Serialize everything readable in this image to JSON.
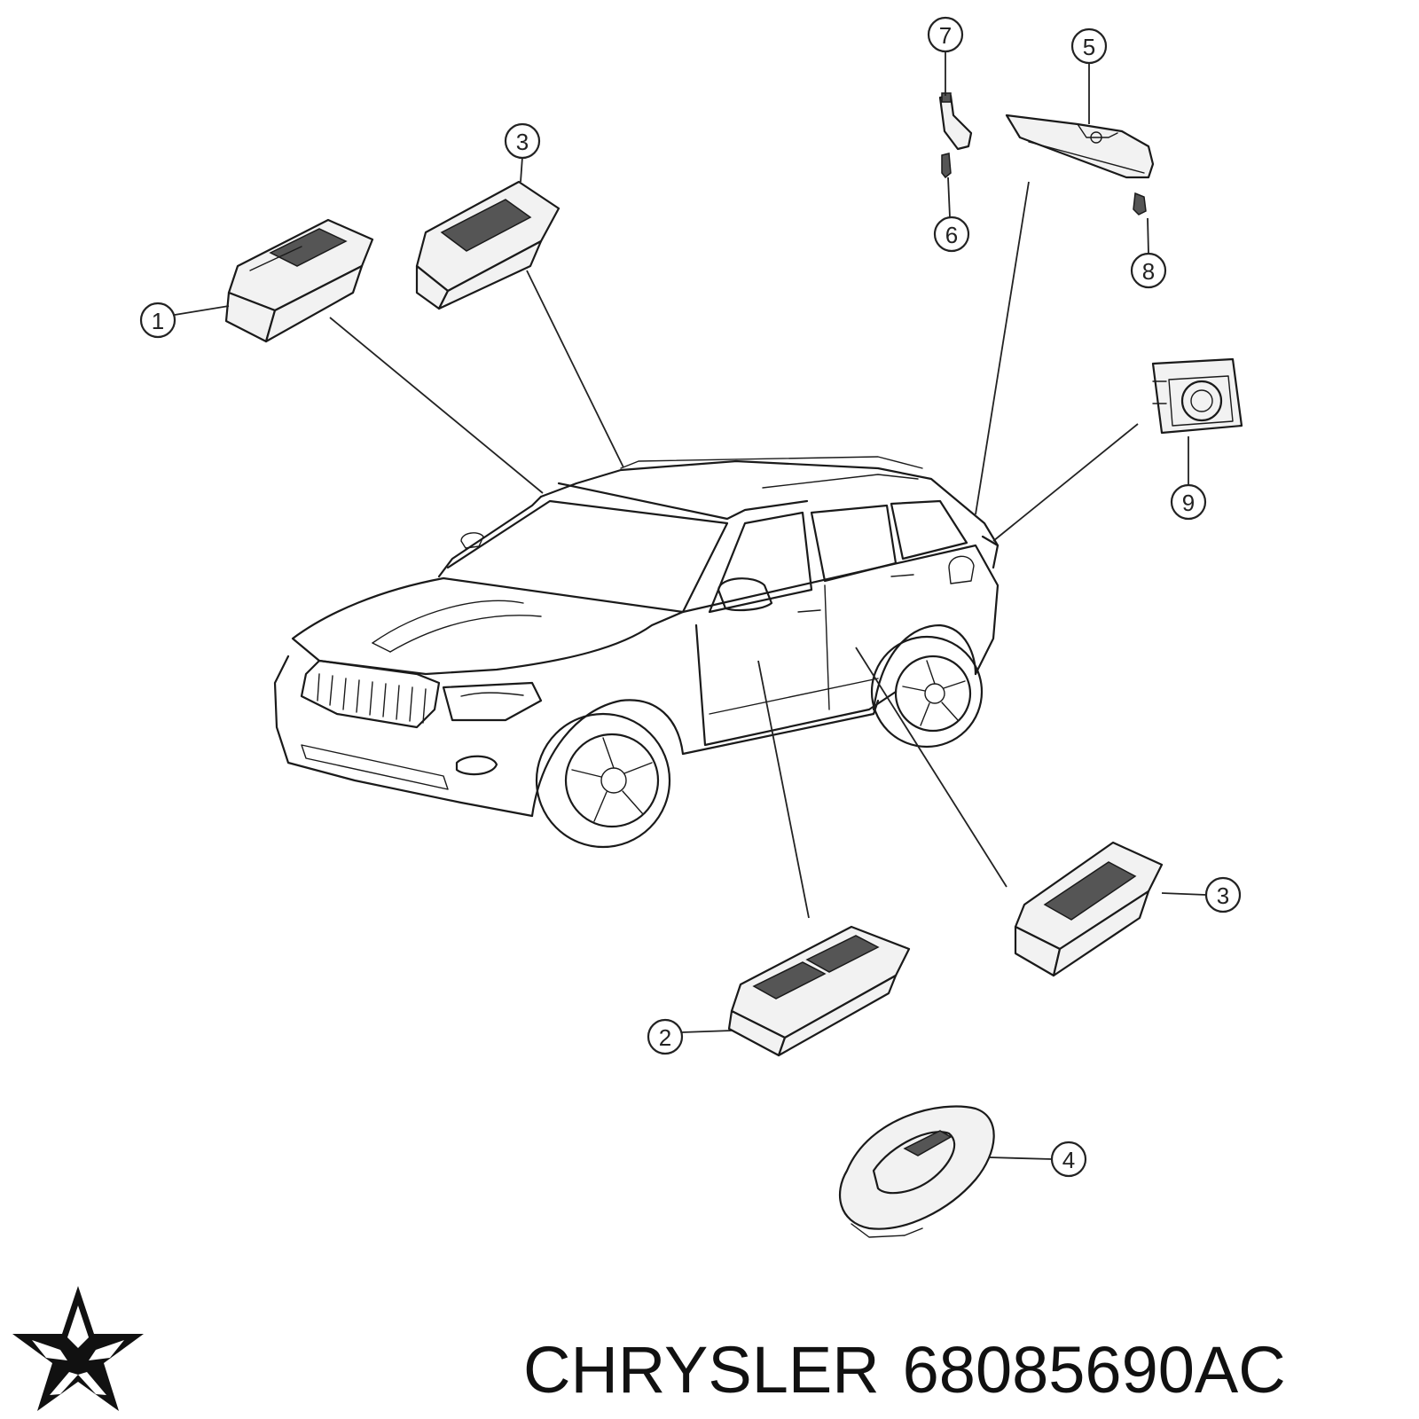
{
  "brand": "CHRYSLER",
  "part_number": "68085690AC",
  "callouts": {
    "c1": "1",
    "c2": "2",
    "c3a": "3",
    "c3b": "3",
    "c4": "4",
    "c5": "5",
    "c6": "6",
    "c7": "7",
    "c8": "8",
    "c9": "9"
  },
  "icons": {
    "logo": "chrysler-pentastar-logo",
    "vehicle": "suv-vehicle-illustration"
  }
}
